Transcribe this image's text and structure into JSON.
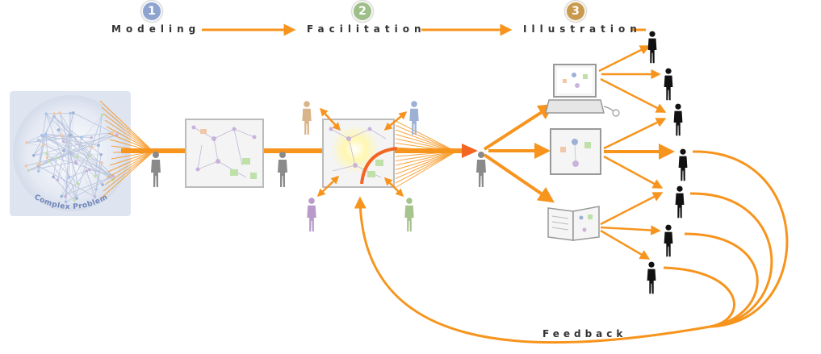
{
  "stages": [
    {
      "number": "1",
      "label": "Modeling",
      "color": "#8fa3cf"
    },
    {
      "number": "2",
      "label": "Facilitation",
      "color": "#9fbf8a"
    },
    {
      "number": "3",
      "label": "Illustration",
      "color": "#c99a4e"
    }
  ],
  "complex_problem_label": "Complex Problem",
  "feedback_label": "Feedback",
  "colors": {
    "arrow": "#f7941d",
    "arrow_dark": "#f26522",
    "person_gray": "#8a8a8a",
    "person_blue": "#9db1d6",
    "person_tan": "#d9b48a",
    "person_purple": "#b89bc9",
    "person_green": "#a8c48e",
    "audience": "#111111"
  }
}
